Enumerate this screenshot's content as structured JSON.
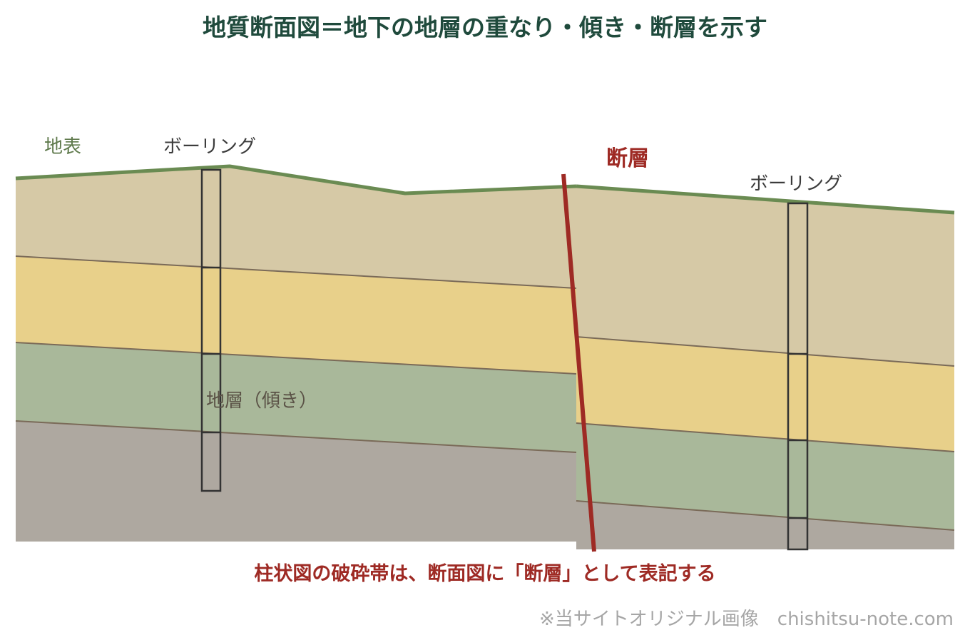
{
  "title": "地質断面図＝地下の地層の重なり・傾き・断層を示す",
  "labels": {
    "surface": "地表",
    "boring_left": "ボーリング",
    "boring_right": "ボーリング",
    "fault": "断層",
    "layer": "地層（傾き）"
  },
  "caption": "柱状図の破砕帯は、断面図に「断層」として表記する",
  "credit": "※当サイトオリジナル画像　chishitsu-note.com",
  "colors": {
    "layer_top": "#d6c9a6",
    "layer_yellow": "#e8d08a",
    "layer_green": "#a9b89a",
    "layer_gray": "#aea8a0",
    "surface_line": "#6a8b52",
    "boundary_line": "#7a6a58",
    "fault_line": "#9e2a24",
    "boring_outline": "#333333",
    "title": "#1f4a3c"
  }
}
